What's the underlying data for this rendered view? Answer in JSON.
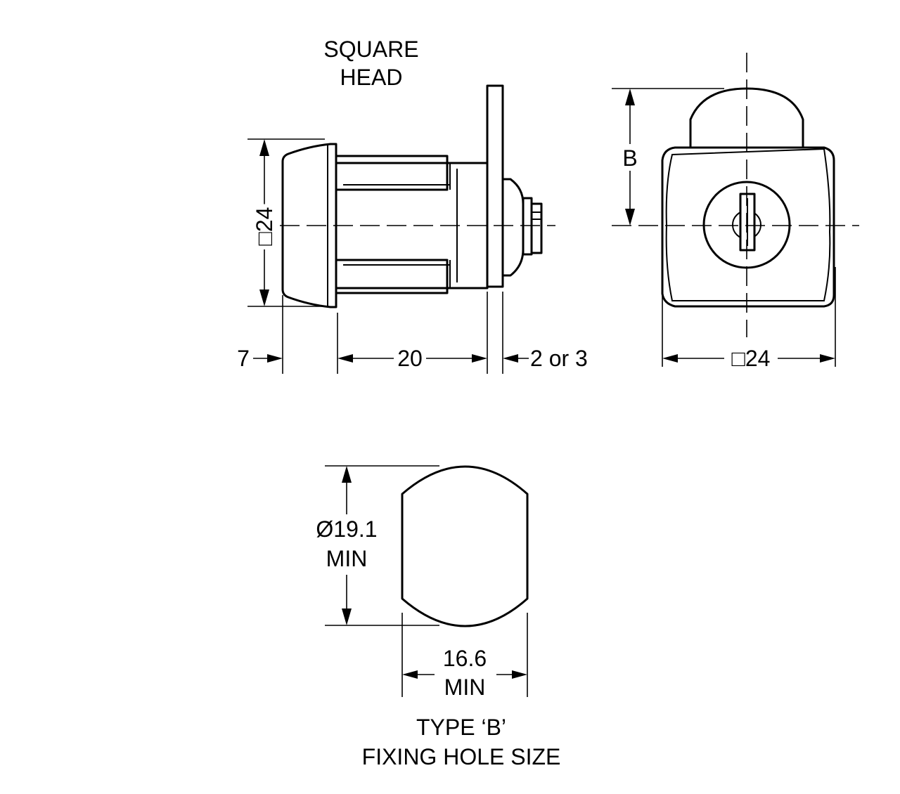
{
  "labels": {
    "head_title_1": "SQUARE",
    "head_title_2": "HEAD",
    "side_height": "□24",
    "dim_head": "7",
    "dim_body": "20",
    "dim_panel": "2 or 3",
    "dim_b": "B",
    "front_width": "□24",
    "hole_dia_1": "Ø19.1",
    "hole_dia_2": "MIN",
    "hole_width_1": "16.6",
    "hole_width_2": "MIN",
    "caption_1": "TYPE ‘B’",
    "caption_2": "FIXING HOLE SIZE"
  },
  "colors": {
    "line": "#000000",
    "background": "#ffffff"
  }
}
